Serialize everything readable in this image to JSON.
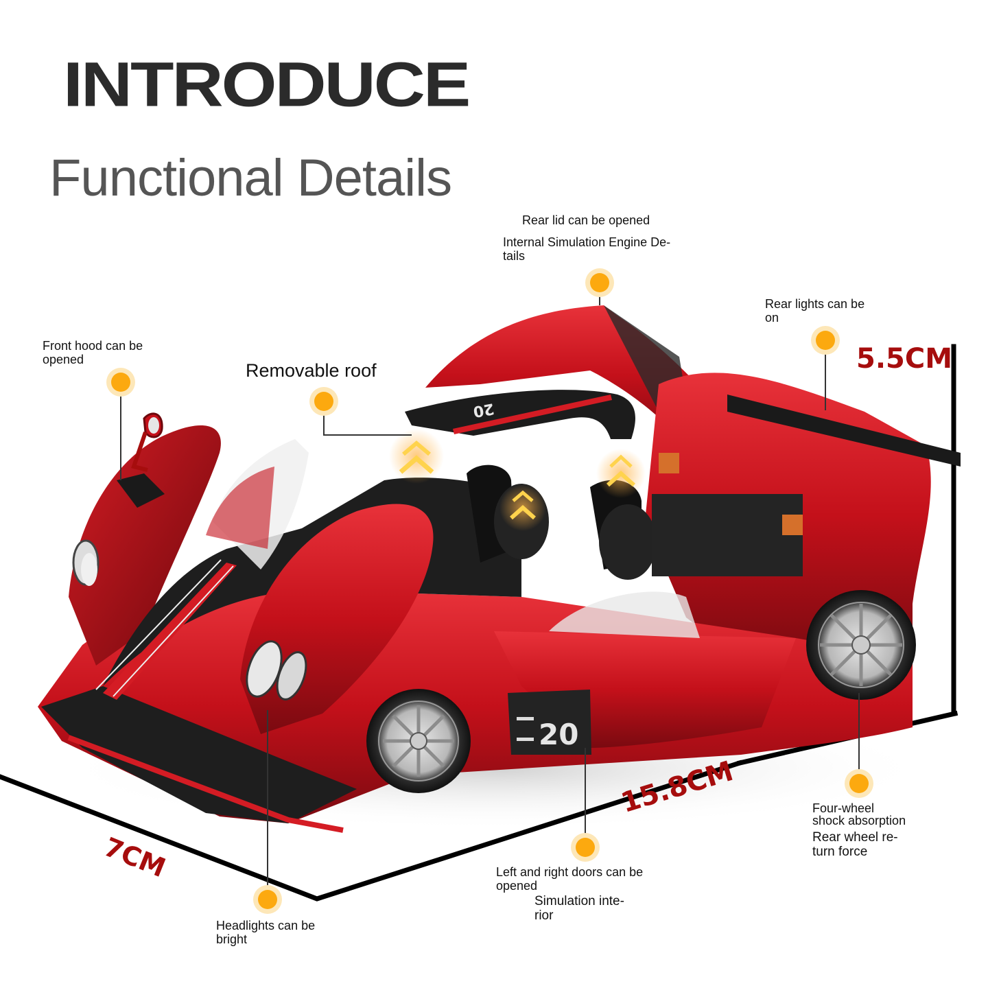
{
  "header": {
    "title": "INTRODUCE",
    "subtitle": "Functional Details"
  },
  "callouts": [
    {
      "id": "rear-lid",
      "lines": [
        "Rear lid can be opened"
      ]
    },
    {
      "id": "engine",
      "lines": [
        "Internal Simulation Engine De-",
        "tails"
      ]
    },
    {
      "id": "rear-lights",
      "lines": [
        "Rear lights can be",
        "on"
      ]
    },
    {
      "id": "front-hood",
      "lines": [
        "Front hood can be",
        "opened"
      ]
    },
    {
      "id": "roof",
      "lines": [
        "Removable roof"
      ]
    },
    {
      "id": "shock",
      "lines": [
        "Four-wheel",
        "shock absorption"
      ]
    },
    {
      "id": "return-force",
      "lines": [
        "Rear wheel re-",
        "turn force"
      ]
    },
    {
      "id": "doors",
      "lines": [
        "Left and right doors can be",
        "opened"
      ]
    },
    {
      "id": "interior",
      "lines": [
        "Simulation inte-",
        "rior"
      ]
    },
    {
      "id": "headlights",
      "lines": [
        "Headlights can be",
        "bright"
      ]
    }
  ],
  "dimensions": {
    "height": "5.5CM",
    "length": "15.8CM",
    "width": "7CM"
  },
  "car": {
    "race_number": "20",
    "roof_number": "20",
    "body_color": "#c4101a",
    "accent_color": "#1e1e1e"
  },
  "colors": {
    "dimension_text": "#a60d0d",
    "marker": "#fca90f",
    "marker_halo": "#fde7b8"
  }
}
